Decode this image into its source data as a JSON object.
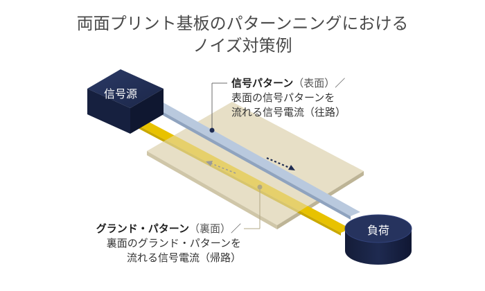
{
  "title": {
    "line1": "両面プリント基板のパターンニングにおける",
    "line2": "ノイズ対策例"
  },
  "source_box": {
    "label": "信号源"
  },
  "load": {
    "label": "負荷"
  },
  "signal_label": {
    "title": "信号パターン",
    "side": "（表面）／",
    "line2": "表面の信号パターンを",
    "line3": "流れる信号電流（往路）"
  },
  "ground_label": {
    "title": "グランド・パターン",
    "side": "（裏面）／",
    "line2": "裏面のグランド・パターンを",
    "line3": "流れる信号電流（帰路）"
  },
  "colors": {
    "board": "#e4dcc2",
    "signal_trace": "#b8c8dc",
    "ground_trace": "#e8c200",
    "box": "#1f2c52",
    "title_text": "#4a4a4a"
  }
}
